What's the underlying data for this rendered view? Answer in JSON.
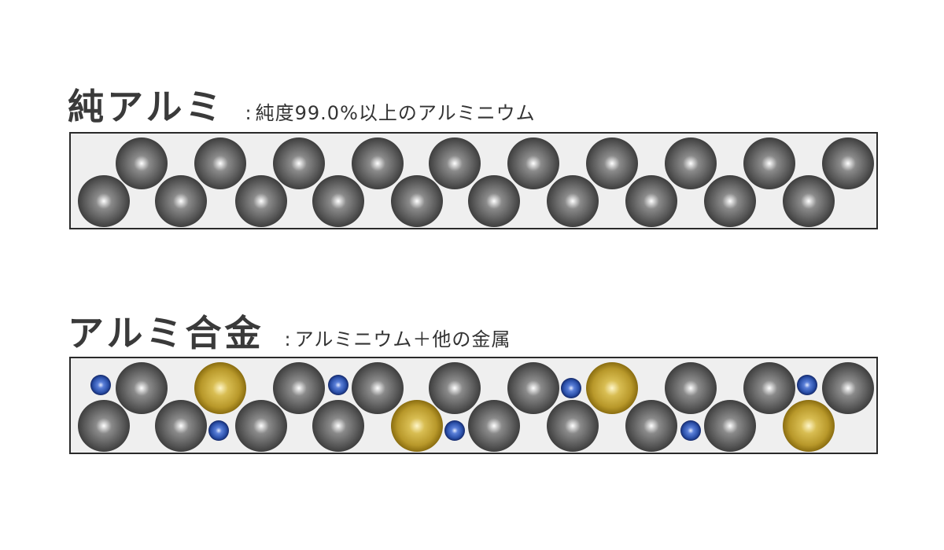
{
  "pure": {
    "title": "純アルミ",
    "description": "純度99.0%以上のアルミニウム"
  },
  "alloy": {
    "title": "アルミ合金",
    "description": "アルミニウム＋他の金属"
  },
  "separator": ":",
  "colors": {
    "aluminum_atom": "#5a5a5a",
    "other_metal_gold": "#b8982a",
    "other_metal_blue": "#2a4fa8",
    "panel_background": "#efefef",
    "panel_border": "#2a2a2a"
  },
  "atoms": {
    "pure": {
      "top_row": [
        "aluminum",
        "aluminum",
        "aluminum",
        "aluminum",
        "aluminum",
        "aluminum",
        "aluminum",
        "aluminum",
        "aluminum",
        "aluminum"
      ],
      "bottom_row": [
        "aluminum",
        "aluminum",
        "aluminum",
        "aluminum",
        "aluminum",
        "aluminum",
        "aluminum",
        "aluminum",
        "aluminum",
        "aluminum"
      ]
    },
    "alloy": {
      "top_row": [
        "aluminum",
        "gold",
        "aluminum",
        "aluminum",
        "aluminum",
        "aluminum",
        "gold",
        "aluminum",
        "aluminum",
        "aluminum"
      ],
      "bottom_row": [
        "aluminum",
        "aluminum",
        "aluminum",
        "aluminum",
        "gold",
        "aluminum",
        "aluminum",
        "aluminum",
        "aluminum",
        "gold"
      ],
      "blue_count": 7
    }
  }
}
